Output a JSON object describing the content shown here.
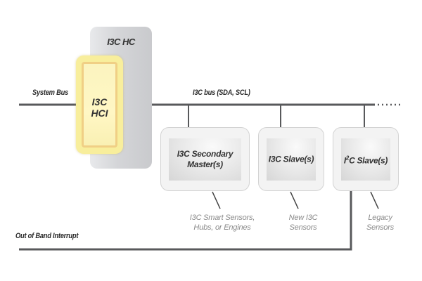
{
  "labels": {
    "system_bus": "System Bus",
    "i3c_bus": "I3C bus (SDA, SCL)",
    "out_of_band": "Out of Band Interrupt"
  },
  "host_controller": {
    "title": "I3C HC",
    "interface_line1": "I3C",
    "interface_line2": "HCI"
  },
  "devices": [
    {
      "line1": "I3C Secondary",
      "line2": "Master(s)",
      "caption_line1": "I3C Smart Sensors,",
      "caption_line2": "Hubs, or Engines"
    },
    {
      "line1": "I3C Slave(s)",
      "line2": "",
      "caption_line1": "New I3C",
      "caption_line2": "Sensors"
    },
    {
      "line1_prefix": "I",
      "line1_sup": "2",
      "line1_suffix": "C Slave(s)",
      "caption_line1": "Legacy",
      "caption_line2": "Sensors"
    }
  ],
  "colors": {
    "line": "#58595b",
    "hc_gray": "#d4d5d8",
    "hci_yellow": "#f8ee9c",
    "hci_border": "#f0cf85",
    "caption_gray": "#8a8a8a"
  }
}
